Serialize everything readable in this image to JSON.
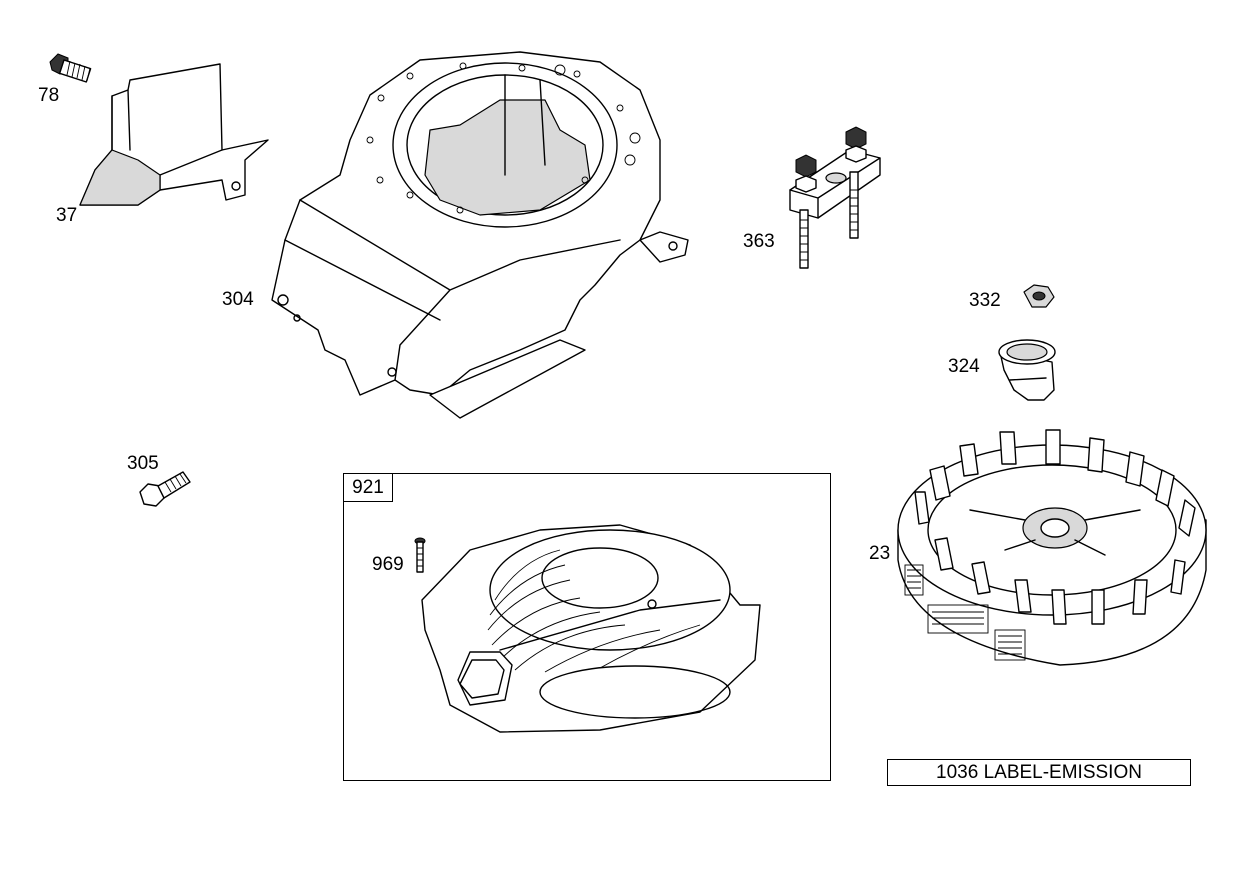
{
  "callouts": {
    "p78": "78",
    "p37": "37",
    "p304": "304",
    "p363": "363",
    "p332": "332",
    "p324": "324",
    "p305": "305",
    "p23": "23",
    "p969": "969"
  },
  "kit_box": {
    "label": "921"
  },
  "emission_label": "1036 LABEL-EMISSION"
}
